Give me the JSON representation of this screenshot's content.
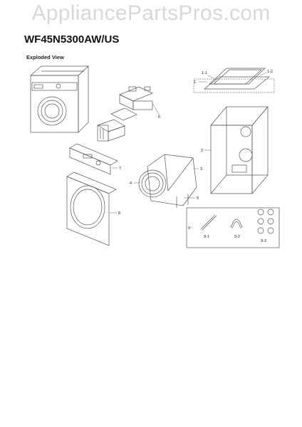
{
  "watermark": "AppliancePartsPros.com",
  "model": "WF45N5300AW/US",
  "section_title": "Exploded View",
  "part_labels": {
    "p1": "1",
    "p1_1": "1-1",
    "p1_2": "1-2",
    "p2": "2",
    "p3": "3",
    "p4": "4",
    "p5": "5",
    "p6": "6",
    "p7": "7",
    "p8": "8",
    "p9": "9",
    "p9_1": "9-1",
    "p9_2": "9-2",
    "p9_3": "9-3"
  },
  "colors": {
    "line": "#555555",
    "dark": "#222222",
    "watermark": "#d8d8d8"
  }
}
